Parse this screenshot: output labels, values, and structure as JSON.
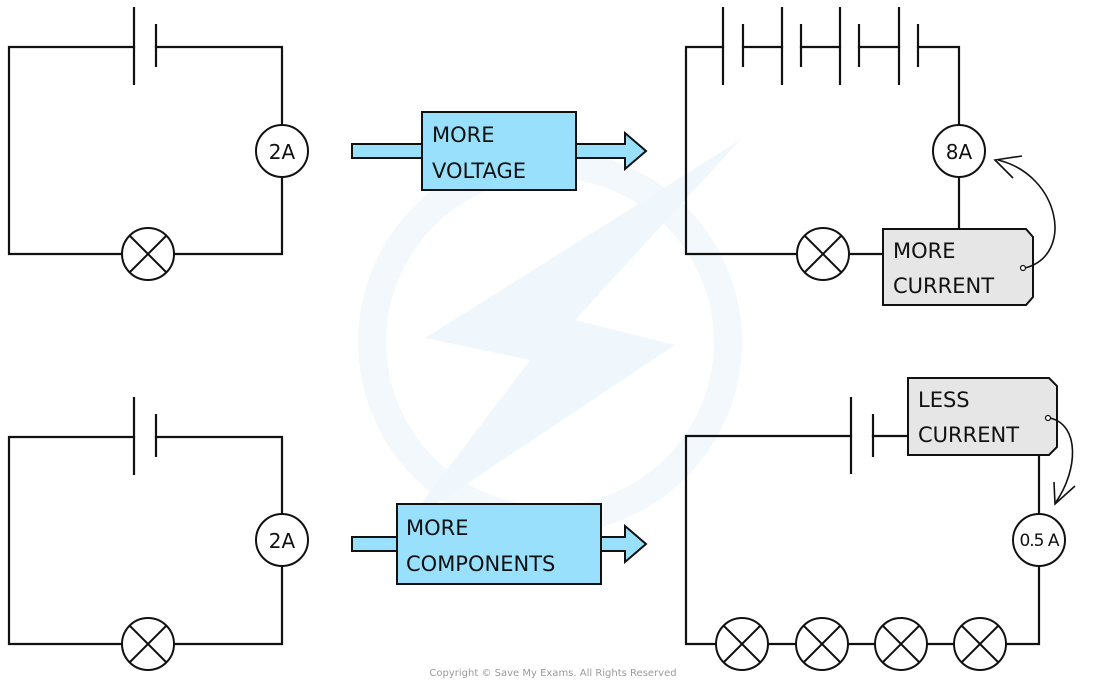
{
  "diagram": {
    "title": "Effect of voltage and components on current",
    "colors": {
      "arrow_box": "#99e0fc",
      "tag": "#e6e6e6",
      "line": "#111111",
      "watermark": "#f0f7fc"
    },
    "rows": [
      {
        "id": "voltage",
        "before": {
          "cells": 1,
          "lamps": 1,
          "ammeter_reading": "2A"
        },
        "change": {
          "line1": "MORE",
          "line2": "VOLTAGE"
        },
        "after": {
          "cells": 4,
          "lamps": 1,
          "ammeter_reading": "8A",
          "tag": {
            "line1": "MORE",
            "line2": "CURRENT"
          }
        }
      },
      {
        "id": "components",
        "before": {
          "cells": 1,
          "lamps": 1,
          "ammeter_reading": "2A"
        },
        "change": {
          "line1": "MORE",
          "line2": "COMPONENTS"
        },
        "after": {
          "cells": 1,
          "lamps": 4,
          "ammeter_reading": "0.5 A",
          "tag": {
            "line1": "LESS",
            "line2": "CURRENT"
          }
        }
      }
    ],
    "copyright": "Copyright © Save My Exams. All Rights Reserved"
  }
}
